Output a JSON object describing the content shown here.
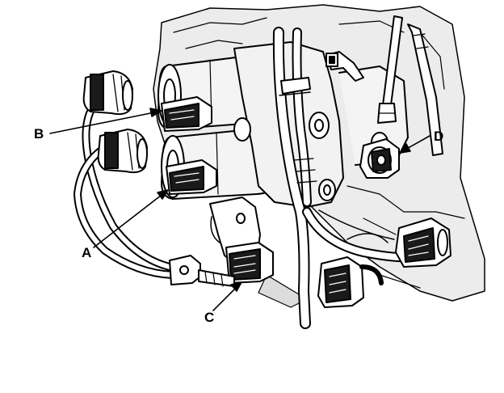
{
  "diagram": {
    "callouts": {
      "a": "A",
      "b": "B",
      "c": "C",
      "d": "D"
    },
    "colors": {
      "line": "#000000",
      "fill": "#ffffff",
      "shade": "#e6e6e6",
      "dark": "#1a1a1a"
    }
  }
}
